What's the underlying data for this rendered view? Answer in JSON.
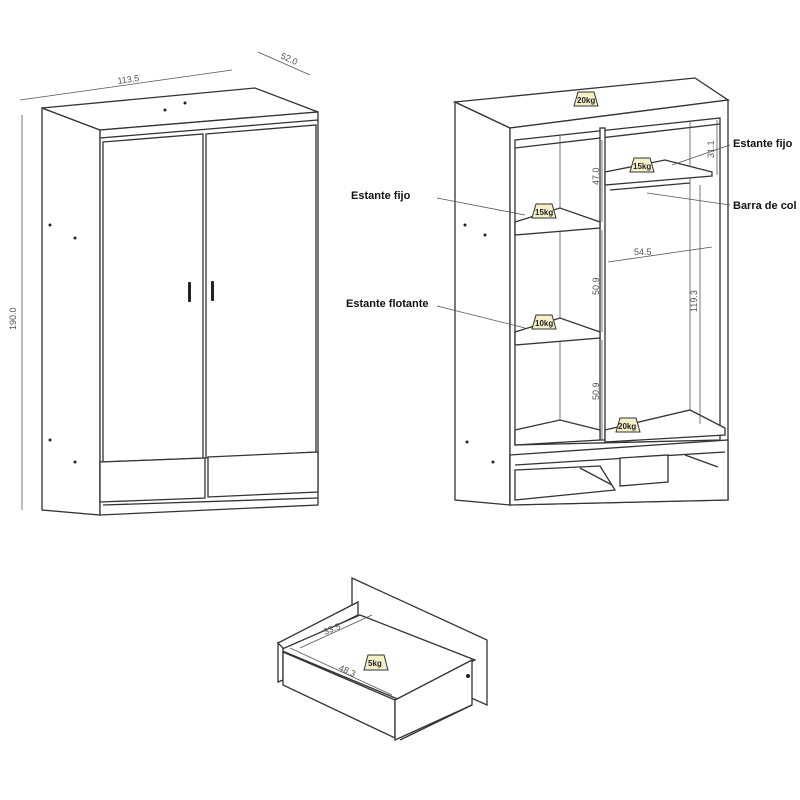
{
  "closed_view": {
    "dimensions": {
      "width": "113.5",
      "depth": "52.0",
      "height": "190.0"
    }
  },
  "open_view": {
    "labels": {
      "shelf_fixed_left": "Estante fijo",
      "shelf_floating": "Estante flotante",
      "shelf_fixed_right": "Estante fijo",
      "hanging_rail": "Barra de col"
    },
    "dimensions": {
      "upper_left": "47.0",
      "upper_right": "31.1",
      "middle_left": "50.9",
      "lower_left": "50.9",
      "hanging_height": "119.3",
      "inner_width": "54.5"
    },
    "weights": {
      "top": "20kg",
      "fixed_shelf_left": "15kg",
      "fixed_shelf_right": "15kg",
      "floating_shelf": "10kg",
      "bottom": "20kg"
    }
  },
  "drawer_view": {
    "dimensions": {
      "width": "33.5",
      "depth": "48.3"
    },
    "weight": "5kg"
  }
}
